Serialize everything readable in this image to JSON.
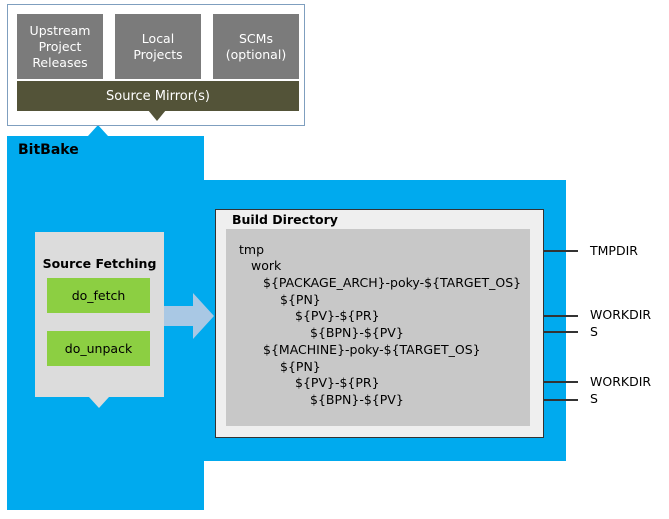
{
  "sources": {
    "upstream": [
      "Upstream",
      "Project",
      "Releases"
    ],
    "local": [
      "Local",
      "Projects"
    ],
    "scms": [
      "SCMs",
      "(optional)"
    ],
    "mirror": "Source Mirror(s)"
  },
  "bitbake": {
    "label": "BitBake"
  },
  "source_fetching": {
    "title": "Source Fetching",
    "tasks": [
      "do_fetch",
      "do_unpack"
    ]
  },
  "build_directory": {
    "title": "Build Directory",
    "tree": [
      "tmp",
      "work",
      "${PACKAGE_ARCH}-poky-${TARGET_OS}",
      "${PN}",
      "${PV}-${PR}",
      "${BPN}-${PV}",
      "${MACHINE}-poky-${TARGET_OS}",
      "${PN}",
      "${PV}-${PR}",
      "${BPN}-${PV}"
    ]
  },
  "variables": [
    "TMPDIR",
    "WORKDIR",
    "S",
    "WORKDIR",
    "S"
  ],
  "colors": {
    "bitbake_blue": "#00aaee",
    "source_box_gray": "#7b7b7b",
    "mirror_olive": "#535338",
    "task_green": "#8ccf42",
    "flow_arrow": "#a9c8e4"
  }
}
